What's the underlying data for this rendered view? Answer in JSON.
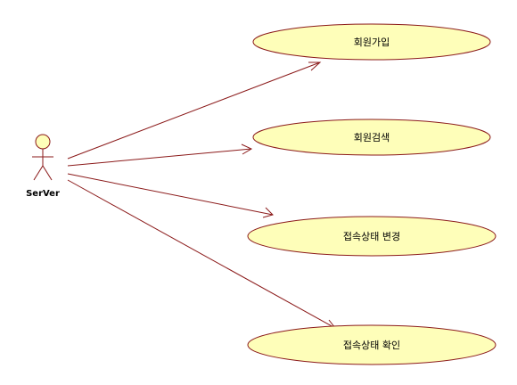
{
  "diagram": {
    "actor": {
      "label": "SerVer"
    },
    "use_cases": [
      {
        "label": "회원가입"
      },
      {
        "label": "회원검색"
      },
      {
        "label": "접속상태 변경"
      },
      {
        "label": "접속상태 확인"
      }
    ],
    "colors": {
      "line": "#8b1a1a",
      "fill": "#fefeb9",
      "text": "#000000"
    }
  }
}
